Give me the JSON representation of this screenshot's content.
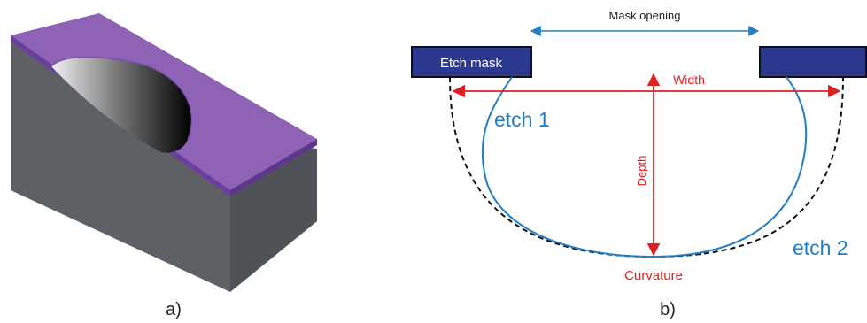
{
  "panel_a": {
    "caption": "a)"
  },
  "panel_b": {
    "caption": "b)",
    "mask_label": "Etch mask",
    "mask_opening_label": "Mask opening",
    "width_label": "Width",
    "depth_label": "Depth",
    "curvature_label": "Curvature",
    "etch1_label": "etch 1",
    "etch2_label": "etch 2"
  },
  "colors": {
    "mask_fill": "#2b3a8f",
    "purple_layer": "#8e63b6",
    "gray_side": "#5f6266",
    "gray_side_dark": "#4e5155",
    "red_annotation": "#e02020",
    "blue_profile": "#1f7fc6",
    "black_dashed": "#111111"
  }
}
